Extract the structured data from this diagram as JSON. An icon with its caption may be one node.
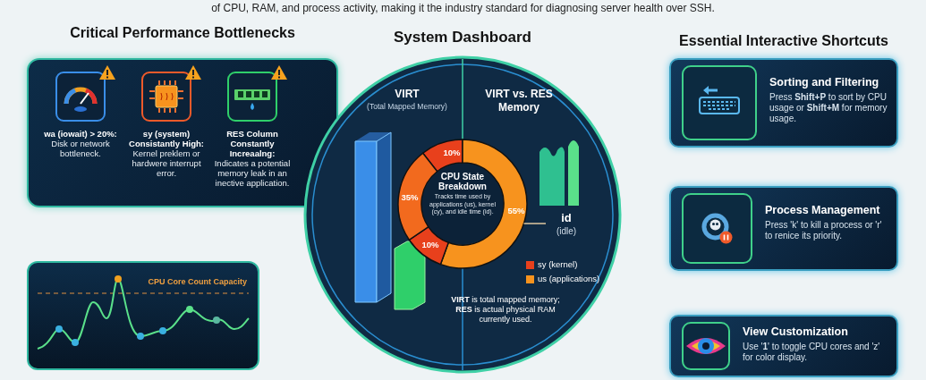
{
  "diagram": {
    "nodes": [
      {
        "text": [
          "Critical Performance Bottlenecks"
        ]
      },
      {
        "text": [
          "wa (iowait) > 20%:",
          "Disk or network bottleneck."
        ],
        "in": 0
      },
      {
        "text": [
          "sy (system) Consistantly High:",
          "Kernel preklem or hardwere interrupt error."
        ],
        "in": 0
      },
      {
        "text": [
          "RES Column Constantly Increaalng:",
          "Indicates a potential memory leak in an inective application."
        ],
        "in": 0
      },
      {
        "text": [
          "CPU Core Count Capacity"
        ]
      },
      {
        "text": [
          "System Dashboard"
        ]
      },
      {
        "text": [
          "VIRT",
          "(Total Mapped Memory)"
        ],
        "in": 5
      },
      {
        "text": [
          "VIRT vs. RES Memory"
        ],
        "in": 5
      },
      {
        "text": [
          "CPU State Breakdown",
          "Tracks time used by applications (us), kernel (cy), and idle time (id)."
        ],
        "in": 5
      },
      {
        "text": [
          "id",
          "(idle)"
        ],
        "in": 5
      },
      {
        "text": [
          "Sorting and Filtering",
          "Press **Shift+P** to sort by CPU usage or **Shift+M** for memory usage."
        ]
      },
      {
        "text": [
          "Process Management",
          "Press 'k' to kill a process or 'r' to renice its priority."
        ]
      },
      {
        "text": [
          "View Customization",
          "Use '**1**' to toggle CPU cores and 'z' for color display."
        ]
      }
    ],
    "edges": [
      {
        "from": 9,
        "to": 8,
        "arrow": "none"
      }
    ],
    "labels": [
      "of CPU, RAM, and process activity, making it the industry standard for diagnosing server health over SSH.",
      "Essential Interactive Shortcuts",
      "10%",
      "35%",
      "55%",
      "10%",
      "**VIRT** is total mapped memory; **RES** is actual physical RAM currently used."
    ],
    "legend": [
      {
        "text": "sy (kernel)",
        "color": "#e8401c"
      },
      {
        "text": "us (applications)",
        "color": "#f7931e"
      }
    ]
  }
}
